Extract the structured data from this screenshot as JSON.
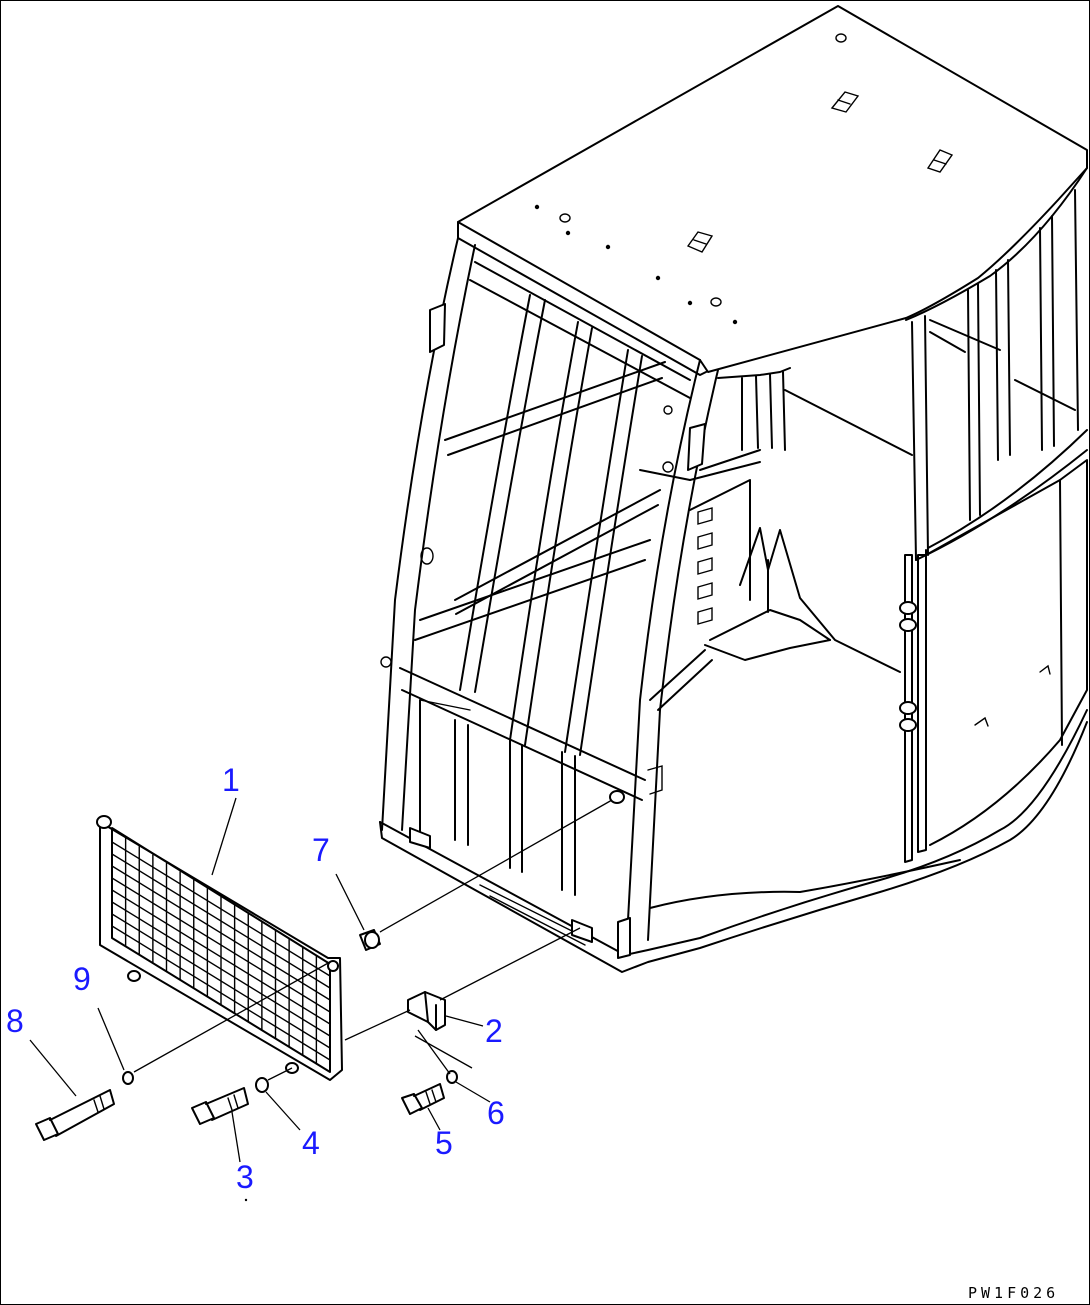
{
  "drawing_code": "PW1F026",
  "callouts": [
    {
      "id": "1",
      "label": "1"
    },
    {
      "id": "2",
      "label": "2"
    },
    {
      "id": "3",
      "label": "3"
    },
    {
      "id": "4",
      "label": "4"
    },
    {
      "id": "5",
      "label": "5"
    },
    {
      "id": "6",
      "label": "6"
    },
    {
      "id": "7",
      "label": "7"
    },
    {
      "id": "8",
      "label": "8"
    },
    {
      "id": "9",
      "label": "9"
    }
  ],
  "colors": {
    "callout": "#1a1aff",
    "line": "#000000",
    "background": "#ffffff"
  }
}
